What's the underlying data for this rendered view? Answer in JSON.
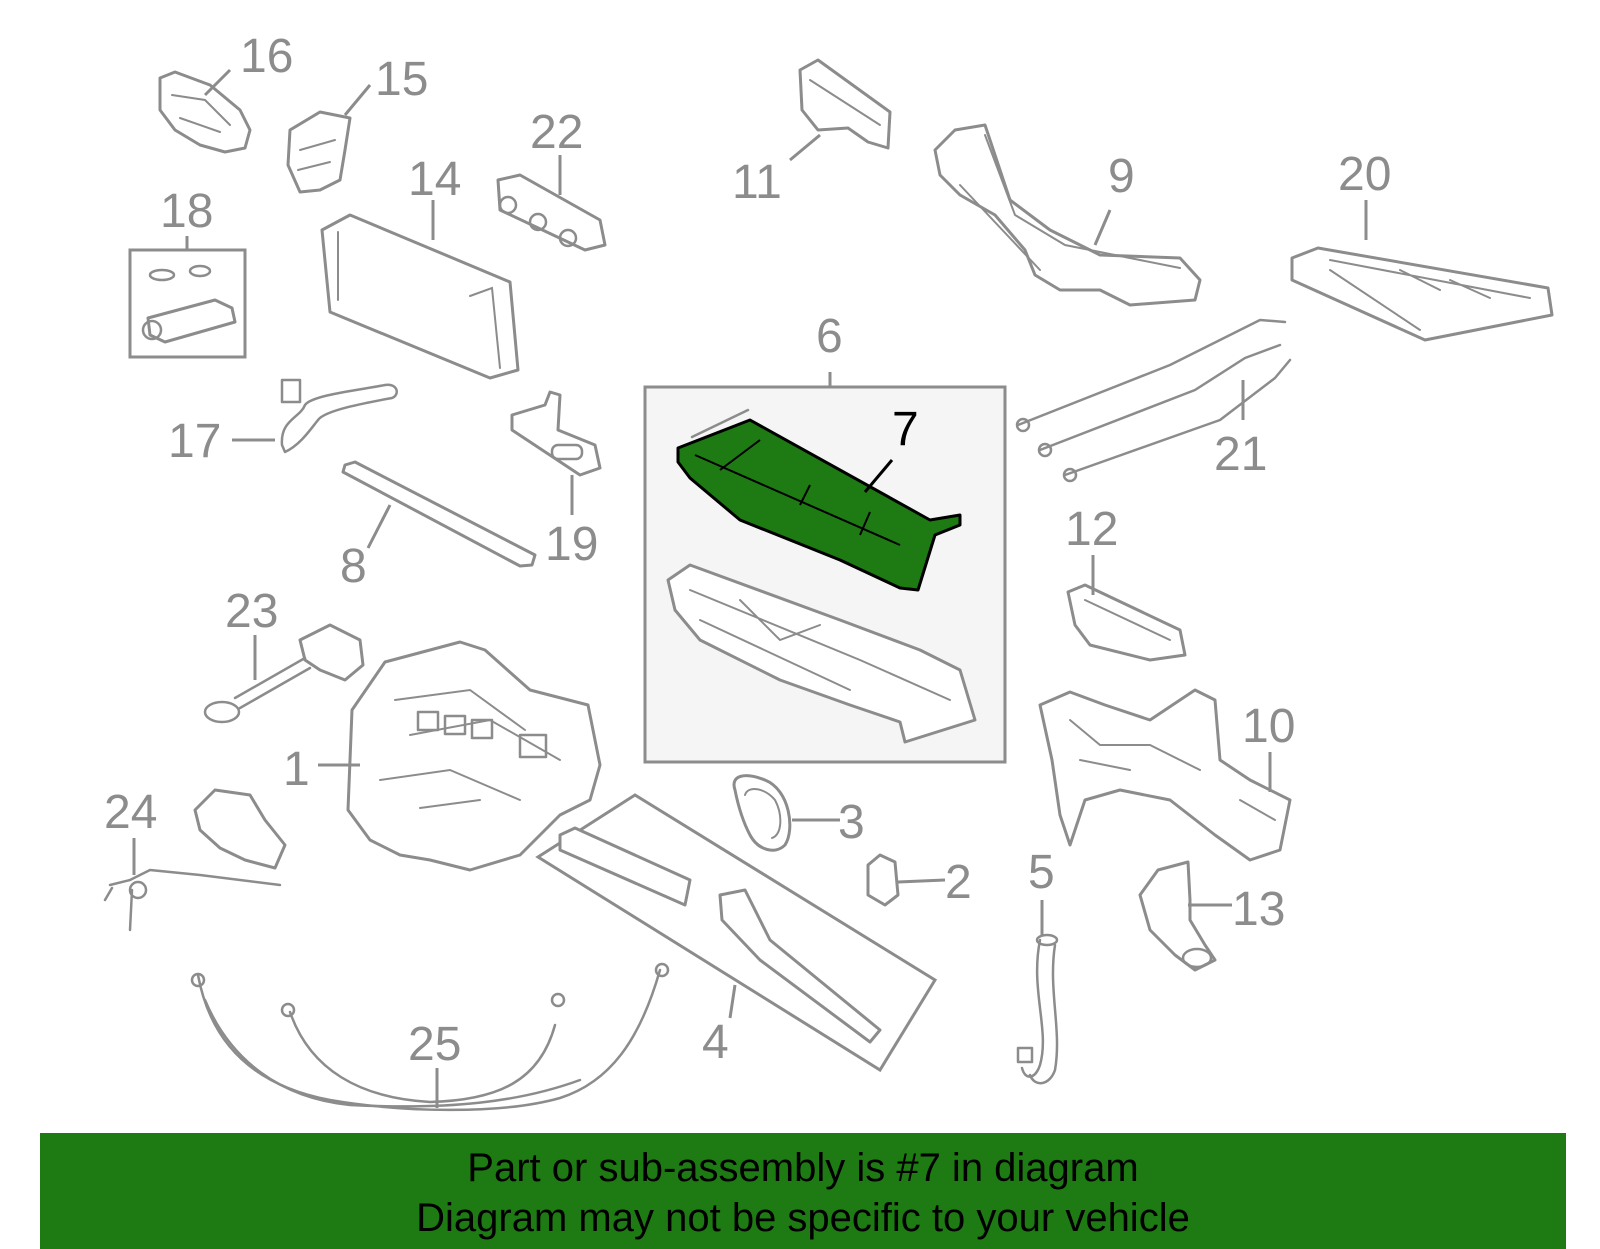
{
  "callouts": {
    "c1": "1",
    "c2": "2",
    "c3": "3",
    "c4": "4",
    "c5": "5",
    "c6": "6",
    "c7": "7",
    "c8": "8",
    "c9": "9",
    "c10": "10",
    "c11": "11",
    "c12": "12",
    "c13": "13",
    "c14": "14",
    "c15": "15",
    "c16": "16",
    "c17": "17",
    "c18": "18",
    "c19": "19",
    "c20": "20",
    "c21": "21",
    "c22": "22",
    "c23": "23",
    "c24": "24",
    "c25": "25"
  },
  "highlighted_part": "7",
  "colors": {
    "highlight": "#1e7a12",
    "line_art": "#8c8c8c",
    "highlight_label": "#000000",
    "inset_fill": "#f5f5f5"
  },
  "banner": {
    "line1": "Part or sub-assembly is #7 in diagram",
    "line2": "Diagram may not be specific to your vehicle"
  }
}
